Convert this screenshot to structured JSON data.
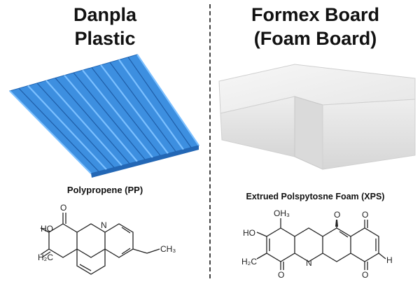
{
  "left": {
    "title_line1": "Danpla",
    "title_line2": "Plastic",
    "material": "Polypropene (PP)",
    "structure_labels": {
      "ho": "HO",
      "o": "O",
      "n": "N",
      "h2c": "H₂C",
      "ch3": "CH₃"
    },
    "colors": {
      "sheet": "#3d8fe0",
      "sheet_dark": "#2367b5"
    }
  },
  "right": {
    "title_line1": "Formex Board",
    "title_line2": "(Foam Board)",
    "material": "Extrued Polspytosne Foam (XPS)",
    "structure_labels": {
      "ho": "HO",
      "oh3": "OH₃",
      "o": "O",
      "h2c": "H₂C",
      "n": "N",
      "h": "H"
    },
    "colors": {
      "foam": "#ebebeb",
      "foam_shadow": "#c9c9c9"
    }
  }
}
